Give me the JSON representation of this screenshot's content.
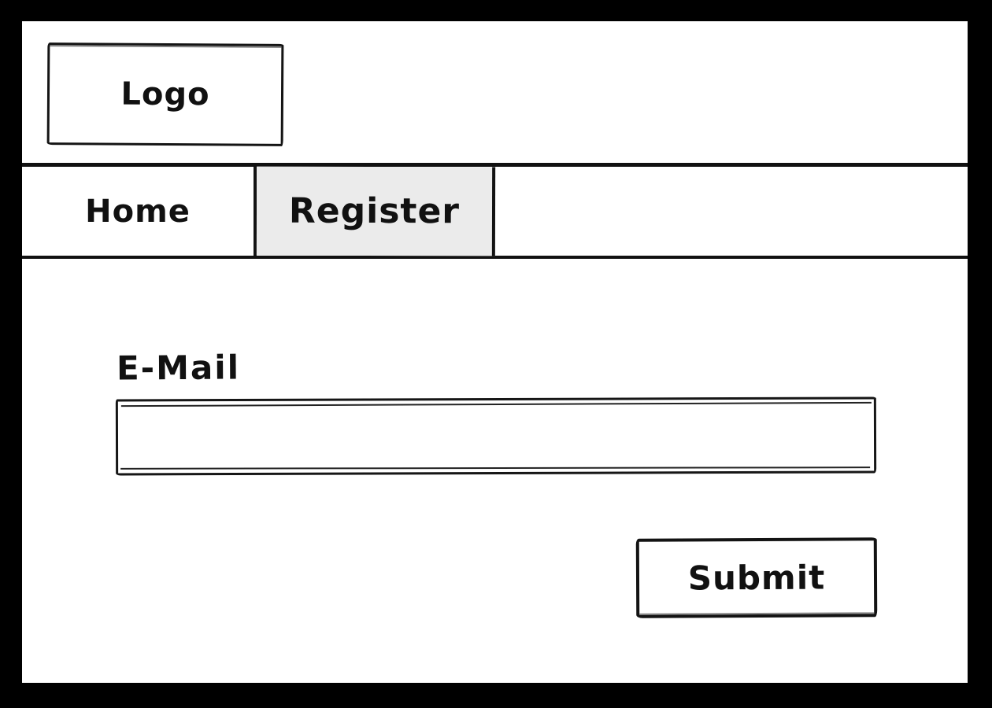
{
  "wireframe": {
    "logo": {
      "label": "Logo"
    },
    "nav": {
      "items": [
        {
          "label": "Home",
          "active": false
        },
        {
          "label": "Register",
          "active": true
        }
      ]
    },
    "form": {
      "email": {
        "label": "E-Mail",
        "value": "",
        "placeholder": ""
      },
      "submit": {
        "label": "Submit"
      }
    },
    "colors": {
      "stroke": "#111111",
      "active_tab_bg": "#ebebeb",
      "page_bg": "#ffffff",
      "surround_bg": "#000000"
    }
  }
}
